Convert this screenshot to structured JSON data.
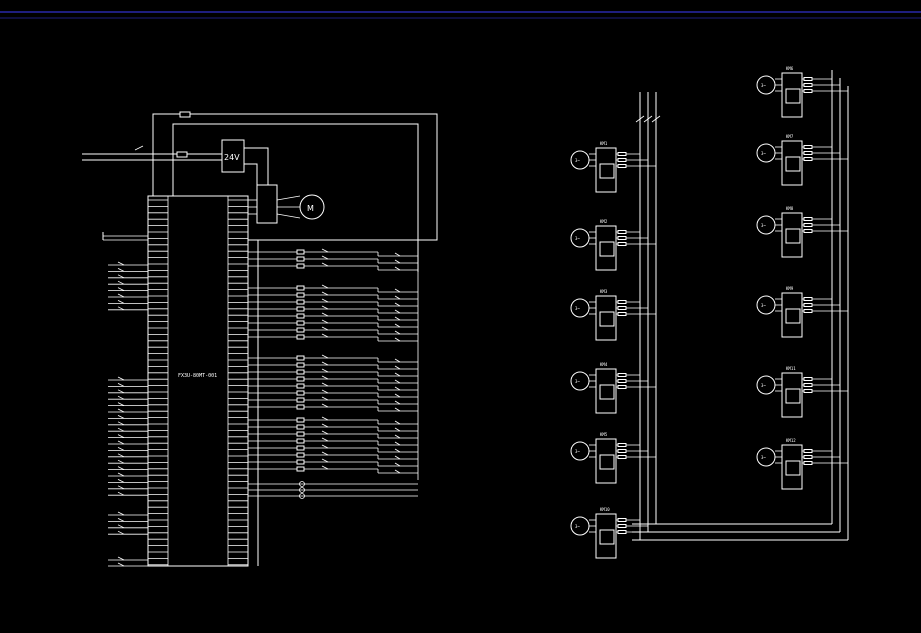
{
  "colors": {
    "background": "#000000",
    "line": "#ffffff",
    "frame": "#3c3cff"
  },
  "plc": {
    "model_label": "FX3U-80MT-001",
    "power_label": "24V",
    "motor_label": "M"
  },
  "motors": [
    {
      "id": "left-1",
      "label": "3~",
      "tag": "KM1"
    },
    {
      "id": "left-2",
      "label": "3~",
      "tag": "KM2"
    },
    {
      "id": "left-3",
      "label": "3~",
      "tag": "KM3"
    },
    {
      "id": "left-4",
      "label": "3~",
      "tag": "KM4"
    },
    {
      "id": "left-5",
      "label": "3~",
      "tag": "KM5"
    },
    {
      "id": "left-6",
      "label": "3~",
      "tag": "KM10"
    },
    {
      "id": "right-1",
      "label": "3~",
      "tag": "KM6"
    },
    {
      "id": "right-2",
      "label": "3~",
      "tag": "KM7"
    },
    {
      "id": "right-3",
      "label": "3~",
      "tag": "KM8"
    },
    {
      "id": "right-4",
      "label": "3~",
      "tag": "KM9"
    },
    {
      "id": "right-5",
      "label": "3~",
      "tag": "KM11"
    },
    {
      "id": "right-6",
      "label": "3~",
      "tag": "KM12"
    }
  ]
}
